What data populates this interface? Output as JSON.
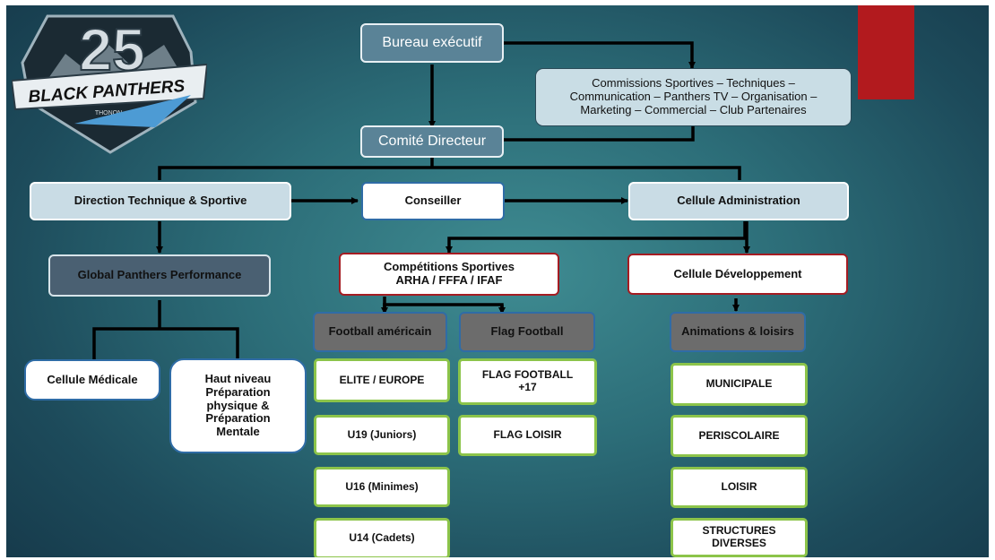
{
  "logo": {
    "number": "25",
    "name": "BLACK PANTHERS",
    "city": "THONON"
  },
  "colors": {
    "accent_red": "#b21a1e",
    "background": "#2c6d78"
  },
  "nodes": {
    "bureau": "Bureau exécutif",
    "commissions": [
      "Commissions Sportives – Techniques –",
      "Communication – Panthers TV – Organisation –",
      "Marketing – Commercial – Club Partenaires"
    ],
    "comite": "Comité Directeur",
    "direction": "Direction Technique & Sportive",
    "conseiller": "Conseiller",
    "admin": "Cellule Administration",
    "gpp": "Global Panthers Performance",
    "competitions": [
      "Compétitions Sportives",
      "ARHA / FFFA / IFAF"
    ],
    "developpement": "Cellule Développement",
    "medicale": "Cellule Médicale",
    "haut_niveau": [
      "Haut niveau",
      "Préparation",
      "physique &",
      "Préparation",
      "Mentale"
    ],
    "football": "Football américain",
    "flag": "Flag Football",
    "animations": "Animations & loisirs",
    "football_items": [
      "ELITE / EUROPE",
      "U19 (Juniors)",
      "U16 (Minimes)",
      "U14 (Cadets)"
    ],
    "flag_items": [
      [
        "FLAG FOOTBALL",
        "+17"
      ],
      [
        "FLAG LOISIR"
      ]
    ],
    "animation_items": [
      [
        "MUNICIPALE"
      ],
      [
        "PERISCOLAIRE"
      ],
      [
        "LOISIR"
      ],
      [
        "STRUCTURES",
        "DIVERSES"
      ]
    ]
  }
}
